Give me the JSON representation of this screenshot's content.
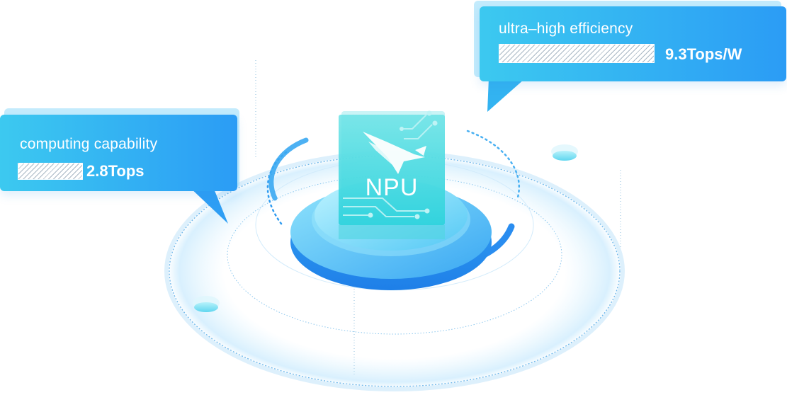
{
  "chip": {
    "label": "NPU"
  },
  "callouts": {
    "computing": {
      "title": "computing capability",
      "value": "2.8Tops"
    },
    "efficiency": {
      "title": "ultra–high efficiency",
      "value": "9.3Tops/W"
    }
  },
  "colors": {
    "accent_start": "#3cc9f0",
    "accent_end": "#2b9cf5",
    "ring": "#5ab8ee",
    "chip_face": "#5fe0e0"
  },
  "icons": [
    "bird-logo-icon"
  ]
}
